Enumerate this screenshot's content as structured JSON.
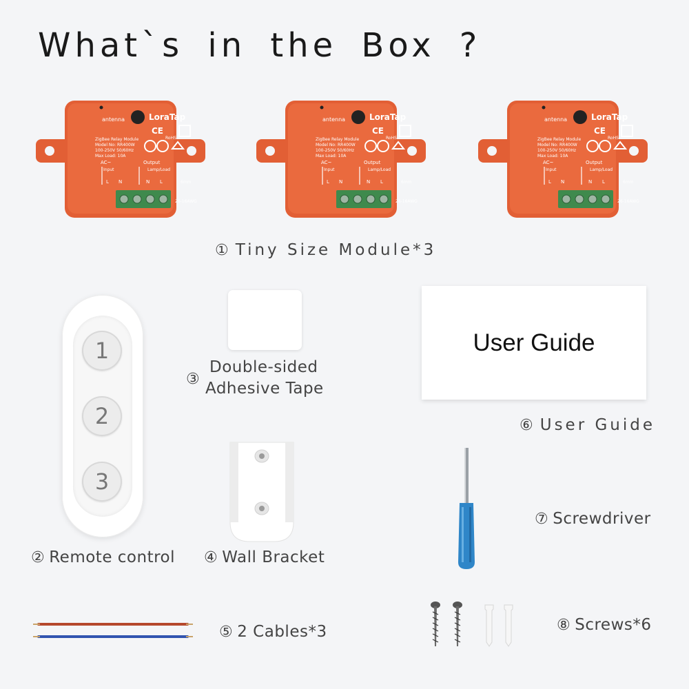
{
  "title": "What`s in the Box ?",
  "colors": {
    "module_orange": "#ea6a3e",
    "terminal_green": "#3f8a4d",
    "cable_red": "#b5482c",
    "cable_blue": "#3154b0",
    "screwdriver_blue": "#2f86c8"
  },
  "module_print": {
    "brand": "LoraTap",
    "antenna": "antenna",
    "line1": "ZigBee Relay Module",
    "line2": "Model No: RR400W",
    "line3": "100-250V 50/60Hz",
    "line4": "Max Load: 10A",
    "ac": "AC~",
    "input": "Input",
    "output": "Output",
    "lamp": "Lamp/Load",
    "l1": "L",
    "n1": "N",
    "n2": "N",
    "l2": "L",
    "ce": "CE",
    "rohs": "RoHS",
    "strip": "6mm",
    "awg": "26-16AWG"
  },
  "items": {
    "module": {
      "num": "①",
      "label": "Tiny Size Module*3"
    },
    "remote": {
      "num": "②",
      "label": "Remote control",
      "buttons": [
        "1",
        "2",
        "3"
      ]
    },
    "tape": {
      "num": "③",
      "line1": "Double-sided",
      "line2": "Adhesive Tape"
    },
    "bracket": {
      "num": "④",
      "label": "Wall Bracket"
    },
    "cables": {
      "num": "⑤",
      "label": "2 Cables*3"
    },
    "guide": {
      "num": "⑥",
      "label": "User Guide",
      "cover": "User Guide"
    },
    "screwdriver": {
      "num": "⑦",
      "label": "Screwdriver"
    },
    "screws": {
      "num": "⑧",
      "label": "Screws*6"
    }
  }
}
